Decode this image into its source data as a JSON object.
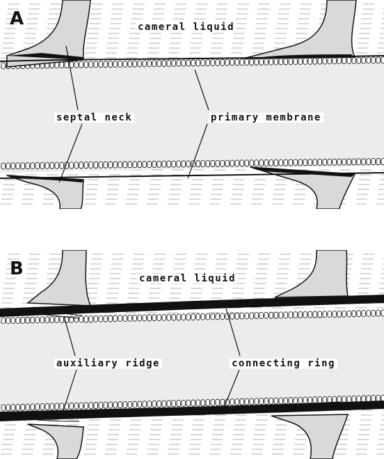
{
  "panel_a": {
    "letter": "A",
    "labels": {
      "cameral_liquid": "cameral liquid",
      "septal_neck": "septal neck",
      "primary_membrane": "primary membrane"
    }
  },
  "panel_b": {
    "letter": "B",
    "labels": {
      "cameral_liquid": "cameral liquid",
      "auxiliary_ridge": "auxiliary ridge",
      "connecting_ring": "connecting ring"
    }
  },
  "colors": {
    "ink": "#111111",
    "siphuncle_fill": "#ececec",
    "septum_fill": "#d9d9d9",
    "background": "#ffffff"
  }
}
